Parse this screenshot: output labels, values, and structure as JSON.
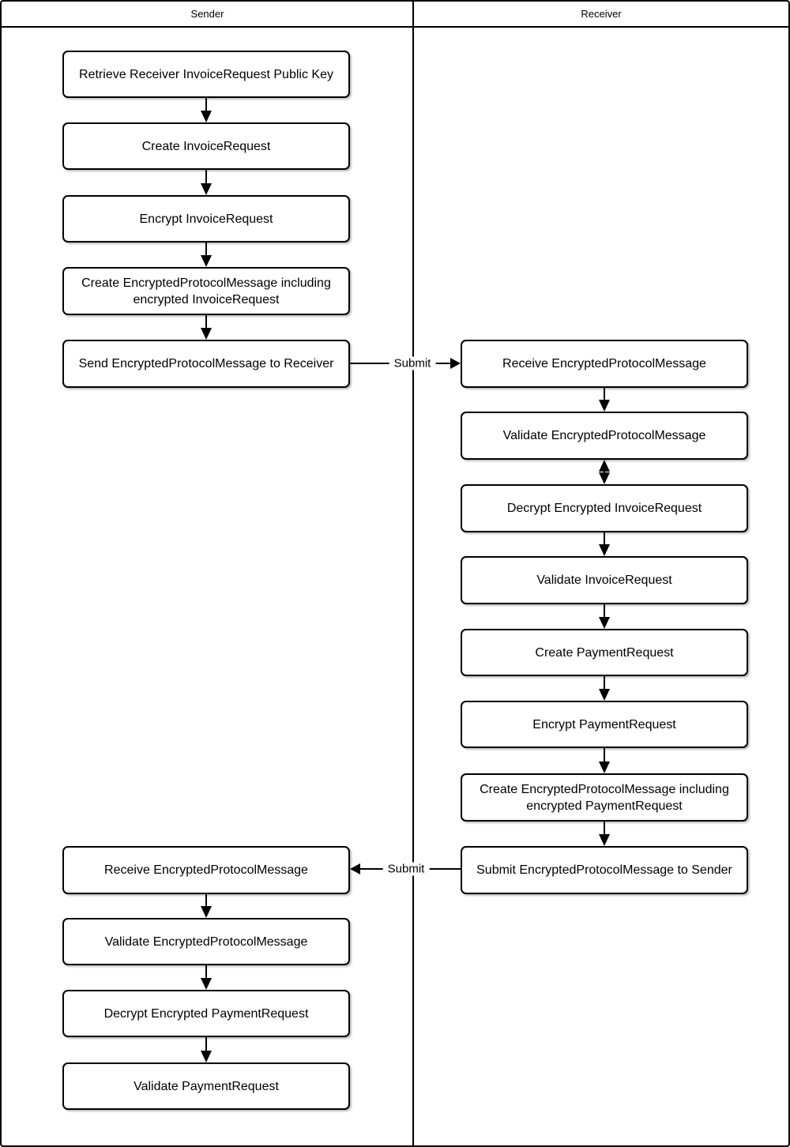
{
  "lanes": {
    "sender": "Sender",
    "receiver": "Receiver"
  },
  "colors": {
    "line": "#000000",
    "box_fill": "#ffffff",
    "box_border": "#000000",
    "text": "#000000"
  },
  "boxes": [
    {
      "lane": "sender",
      "label": "Retrieve Receiver InvoiceRequest Public Key"
    },
    {
      "lane": "sender",
      "label": "Create InvoiceRequest"
    },
    {
      "lane": "sender",
      "label": "Encrypt InvoiceRequest"
    },
    {
      "lane": "sender",
      "label": "Create EncryptedProtocolMessage including encrypted InvoiceRequest"
    },
    {
      "lane": "sender",
      "label": "Send EncryptedProtocolMessage to Receiver"
    },
    {
      "lane": "receiver",
      "label": "Receive EncryptedProtocolMessage"
    },
    {
      "lane": "receiver",
      "label": "Validate EncryptedProtocolMessage"
    },
    {
      "lane": "receiver",
      "label": "Decrypt Encrypted InvoiceRequest"
    },
    {
      "lane": "receiver",
      "label": "Validate InvoiceRequest"
    },
    {
      "lane": "receiver",
      "label": "Create PaymentRequest"
    },
    {
      "lane": "receiver",
      "label": "Encrypt PaymentRequest"
    },
    {
      "lane": "receiver",
      "label": "Create EncryptedProtocolMessage including encrypted PaymentRequest"
    },
    {
      "lane": "receiver",
      "label": "Submit EncryptedProtocolMessage to Sender"
    },
    {
      "lane": "sender",
      "label": "Receive EncryptedProtocolMessage"
    },
    {
      "lane": "sender",
      "label": "Validate EncryptedProtocolMessage"
    },
    {
      "lane": "sender",
      "label": "Decrypt Encrypted PaymentRequest"
    },
    {
      "lane": "sender",
      "label": "Validate PaymentRequest"
    }
  ],
  "edge_labels": {
    "submit_to_receiver": "Submit",
    "submit_to_sender": "Submit"
  }
}
